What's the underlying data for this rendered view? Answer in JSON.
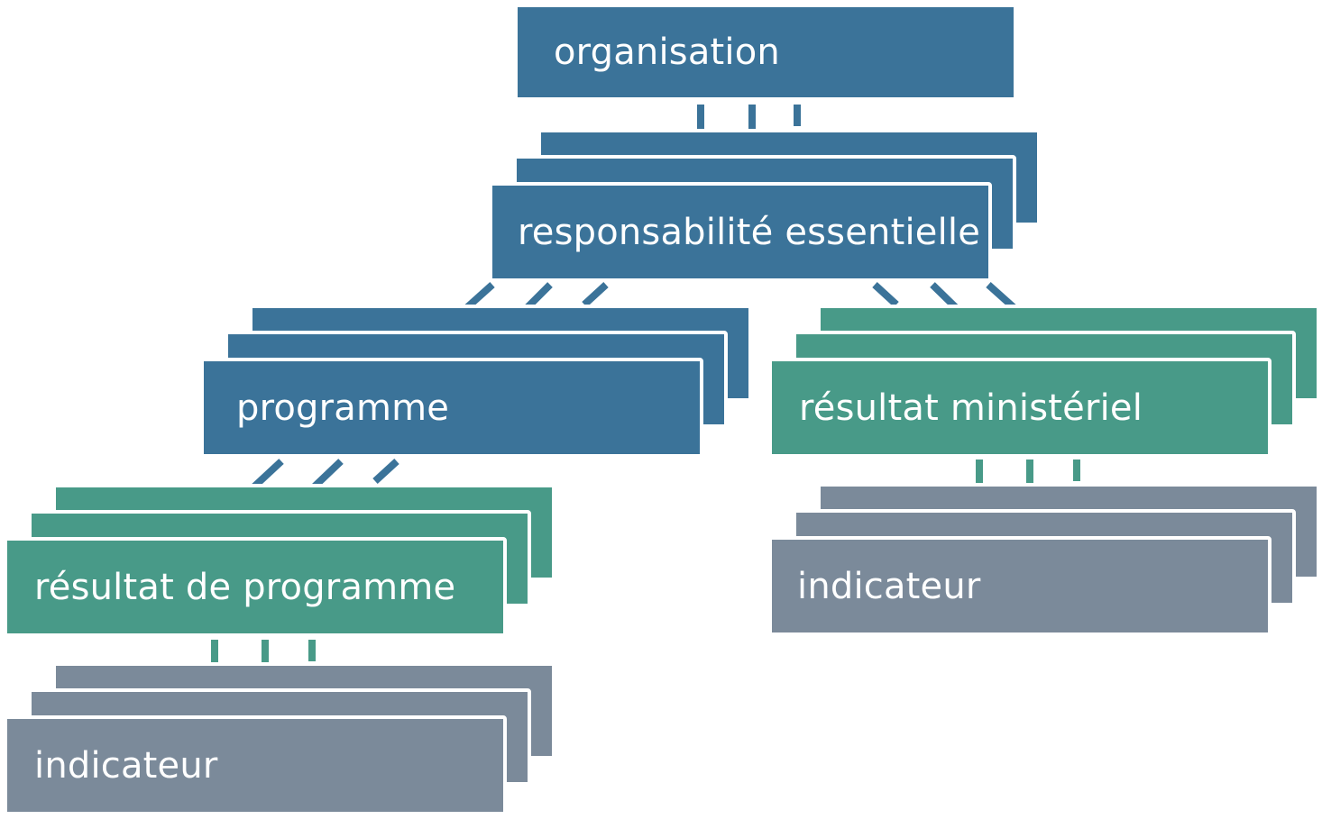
{
  "diagram": {
    "nodes": {
      "organisation": {
        "label": "organisation",
        "color": "#3b7399"
      },
      "responsabilite": {
        "label": "responsabilité essentielle",
        "color": "#3b7399"
      },
      "programme": {
        "label": "programme",
        "color": "#3b7399"
      },
      "resultat_ministeriel": {
        "label": "résultat ministériel",
        "color": "#489a88"
      },
      "resultat_programme": {
        "label": "résultat de programme",
        "color": "#489a88"
      },
      "indicateur_programme": {
        "label": "indicateur",
        "color": "#7b8a9a"
      },
      "indicateur_ministeriel": {
        "label": "indicateur",
        "color": "#7b8a9a"
      }
    },
    "edges": [
      {
        "from": "organisation",
        "to": "responsabilite"
      },
      {
        "from": "responsabilite",
        "to": "programme"
      },
      {
        "from": "responsabilite",
        "to": "resultat_ministeriel"
      },
      {
        "from": "programme",
        "to": "resultat_programme"
      },
      {
        "from": "resultat_programme",
        "to": "indicateur_programme"
      },
      {
        "from": "resultat_ministeriel",
        "to": "indicateur_ministeriel"
      }
    ]
  }
}
